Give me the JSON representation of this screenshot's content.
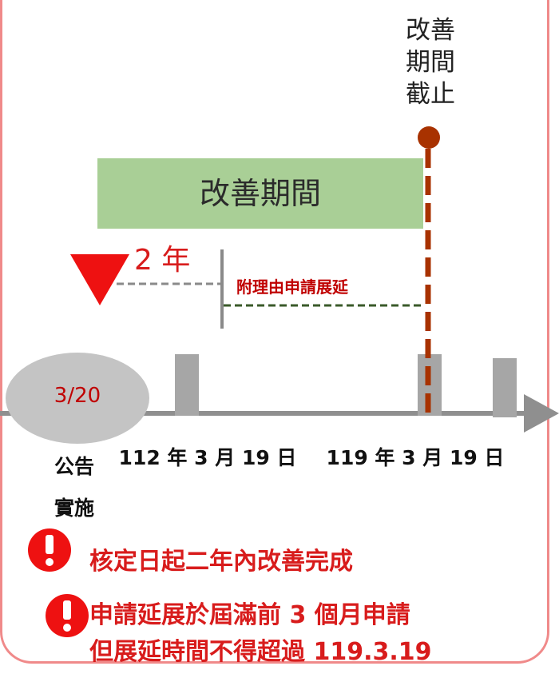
{
  "deadline": {
    "lines": [
      "改善",
      "期間",
      "截止"
    ]
  },
  "period_box": {
    "label": "改善期間"
  },
  "two_years": "2 年",
  "extension": "附理由申請展延",
  "announce": {
    "date": "3/20",
    "label": "公告實施"
  },
  "dates": [
    "112 年 3 月 19 日",
    "119 年 3 月 19 日"
  ],
  "notes": [
    "核定日起二年內改善完成",
    "申請延展於屆滿前 3 個月申請",
    "但展延時間不得超過 119.3.19"
  ],
  "colors": {
    "accent_red": "#d81c1c",
    "deadline_brown": "#a83200",
    "period_green": "#a9cf96",
    "frame_pink": "#f08a8a"
  }
}
